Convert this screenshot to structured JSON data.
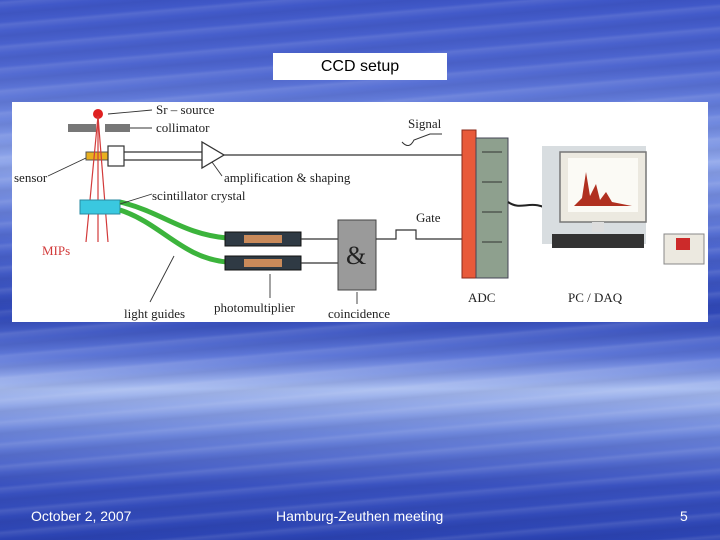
{
  "slide": {
    "title": "CCD setup",
    "footer_date": "October 2, 2007",
    "footer_meeting": "Hamburg-Zeuthen meeting",
    "page_number": "5"
  },
  "diagram": {
    "labels": {
      "source": "Sr – source",
      "collimator": "collimator",
      "sensor": "sensor",
      "scintillator": "scintillator crystal",
      "amplification": "amplification & shaping",
      "signal": "Signal",
      "gate": "Gate",
      "mips": "MIPs",
      "and_gate": "&",
      "light_guides": "light guides",
      "photomultiplier": "photomultiplier",
      "coincidence": "coincidence",
      "adc": "ADC",
      "pc_daq": "PC / DAQ"
    },
    "colors": {
      "source_dot": "#e02020",
      "mips": "#d23a3a",
      "sensor": "#e8b020",
      "scintillator": "#3ac8e0",
      "light_guide": "#3cb43c",
      "adc_board": "#e85a3a",
      "text": "#222222"
    }
  }
}
